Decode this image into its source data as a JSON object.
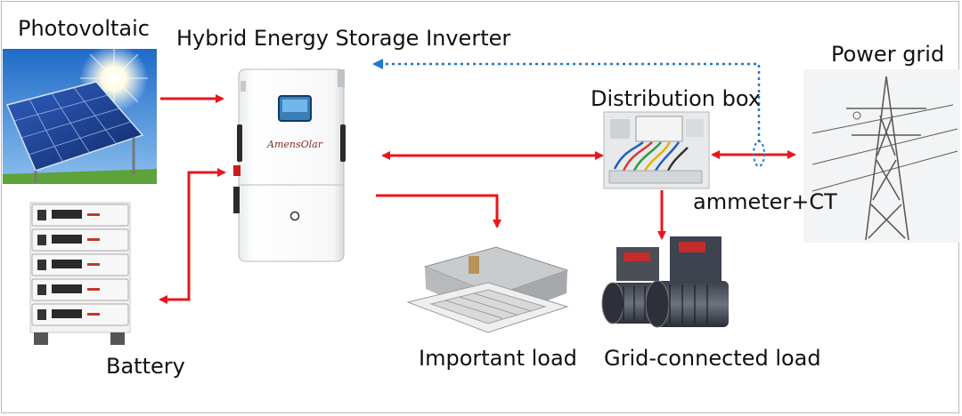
{
  "labels": {
    "photovoltaic": "Photovoltaic",
    "inverter": "Hybrid Energy Storage Inverter",
    "distribution_box": "Distribution box",
    "power_grid": "Power grid",
    "ammeter_ct": "ammeter+CT",
    "important_load": "Important load",
    "grid_connected_load": "Grid-connected load",
    "battery": "Battery"
  },
  "inverter_brand": "AmensOlar",
  "colors": {
    "power_flow_arrow": "#e8171b",
    "signal_arrow": "#1f78d1",
    "border": "#b9b9b9"
  },
  "icons": {
    "photovoltaic": "solar-panel-icon",
    "inverter": "inverter-icon",
    "distribution_box": "distribution-box-icon",
    "power_grid": "transmission-tower-icon",
    "battery": "battery-rack-icon",
    "important_load": "air-conditioner-icon",
    "grid_connected_load": "motor-icon"
  }
}
